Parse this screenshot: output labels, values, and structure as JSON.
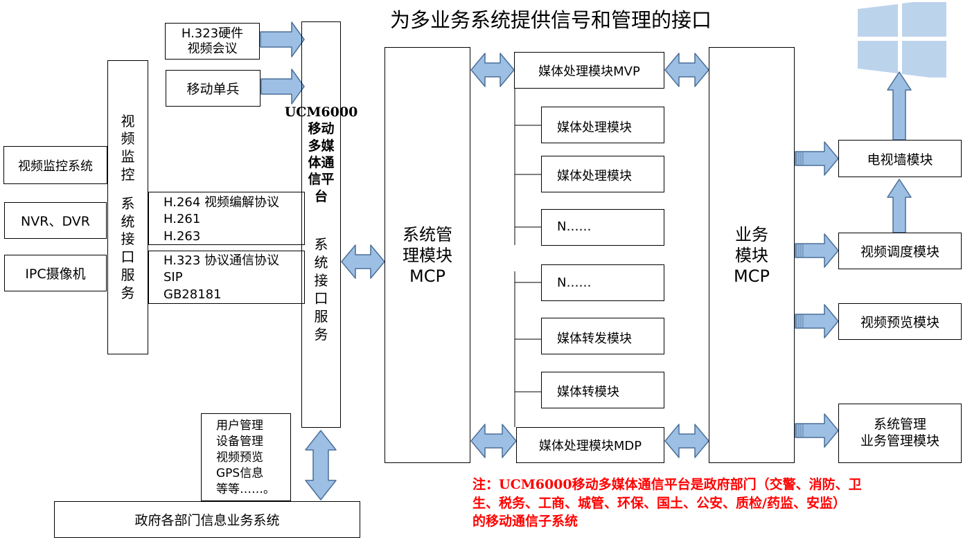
{
  "title": "为多业务系统提供信号和管理的接口",
  "colors": {
    "arrow_fill": "#9dbfe3",
    "arrow_stroke": "#4a6f99",
    "note": "#ff0000",
    "windows_logo": "#bcd3ec"
  },
  "icons": {
    "logo": "windows-logo-icon"
  },
  "left_inputs": [
    {
      "label": "视频监控系统"
    },
    {
      "label": "NVR、DVR"
    },
    {
      "label": "IPC摄像机"
    }
  ],
  "video_monitor_interface": [
    "视",
    "频",
    "监",
    "控",
    "",
    "系",
    "统",
    "接",
    "口",
    "服",
    "务"
  ],
  "top_sources": [
    {
      "lines": [
        "H.323硬件",
        "视频会议"
      ]
    },
    {
      "lines": [
        "移动单兵"
      ]
    }
  ],
  "codec_protocols": {
    "lines": [
      "H.264  视频编解协议",
      "H.261",
      "H.263"
    ]
  },
  "comm_protocols": {
    "lines": [
      "H.323  协议通信协议",
      "SIP",
      "GB28181"
    ]
  },
  "platform_name": [
    "UCM6000",
    "移动",
    "多媒",
    "体通",
    "信平",
    "台"
  ],
  "platform_interface": [
    "系",
    "统",
    "接",
    "口",
    "服",
    "务"
  ],
  "mcp_system": [
    "系统管",
    "理模块",
    "MCP"
  ],
  "media_modules": [
    {
      "label": "媒体处理模块MVP"
    },
    {
      "label": "媒体处理模块"
    },
    {
      "label": "媒体处理模块"
    },
    {
      "label": "N……"
    },
    {
      "label": "N……"
    },
    {
      "label": "媒体转发模块"
    },
    {
      "label": "媒体转模块"
    },
    {
      "label": "媒体处理模块MDP"
    }
  ],
  "mcp_business": [
    "业务",
    "模块",
    "MCP"
  ],
  "right_modules": [
    {
      "lines": [
        "电视墙模块"
      ]
    },
    {
      "lines": [
        "视频调度模块"
      ]
    },
    {
      "lines": [
        "视频预览模块"
      ]
    },
    {
      "lines": [
        "系统管理",
        "业务管理模块"
      ]
    }
  ],
  "management_functions": [
    "用户管理",
    "设备管理",
    "视频预览",
    "GPS信息",
    "等等……。"
  ],
  "gov_system": "政府各部门信息业务系统",
  "note_lines": [
    "注：UCM6000移动多媒体通信平台是政府部门（交警、消防、卫",
    "生、税务、工商、城管、环保、国土、公安、质检/药监、安监）",
    "的移动通信子系统"
  ]
}
